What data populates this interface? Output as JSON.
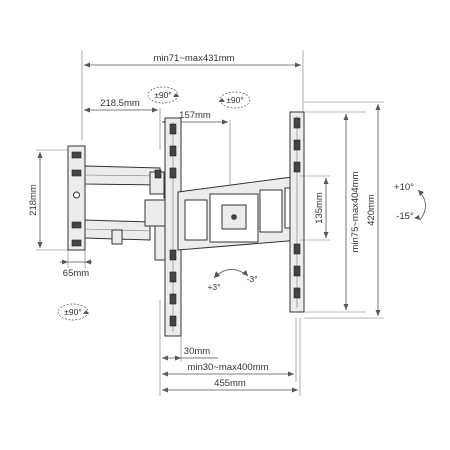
{
  "dimensions": {
    "arm_reach": "min71~max431mm",
    "swivel_left": "±90°",
    "swivel_right": "±90°",
    "arm_segment_1": "218.5mm",
    "arm_segment_2": "157mm",
    "wall_plate_height": "218mm",
    "wall_plate_width": "65mm",
    "swivel_bottom": "±90°",
    "vertical_hole_spacing": "min75~max404mm",
    "bracket_height": "420mm",
    "offset_height": "135mm",
    "tilt_up": "+10°",
    "tilt_down": "-15°",
    "rotation_plus": "+3°",
    "rotation_minus": "-3°",
    "bottom_offset": "30mm",
    "horizontal_hole_spacing": "min30~max400mm",
    "bracket_width": "455mm"
  },
  "colors": {
    "line": "#555555",
    "part_fill": "#ececec",
    "part_stroke": "#333333"
  }
}
